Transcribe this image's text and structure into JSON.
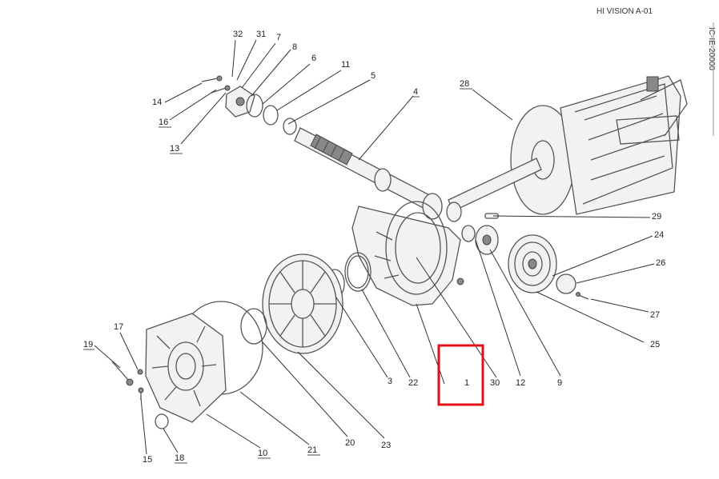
{
  "header": {
    "text": "HI VISION A-01"
  },
  "side_label": {
    "text": "IC-IE-20000"
  },
  "highlight": {
    "target": "1",
    "color": "#e0101a"
  },
  "callouts": [
    {
      "id": "c-32",
      "label": "32"
    },
    {
      "id": "c-31",
      "label": "31"
    },
    {
      "id": "c-7",
      "label": "7"
    },
    {
      "id": "c-8",
      "label": "8"
    },
    {
      "id": "c-6",
      "label": "6"
    },
    {
      "id": "c-11",
      "label": "11"
    },
    {
      "id": "c-5",
      "label": "5"
    },
    {
      "id": "c-4",
      "label": "4"
    },
    {
      "id": "c-28",
      "label": "28"
    },
    {
      "id": "c-14",
      "label": "14"
    },
    {
      "id": "c-16",
      "label": "16"
    },
    {
      "id": "c-13",
      "label": "13"
    },
    {
      "id": "c-29",
      "label": "29"
    },
    {
      "id": "c-24",
      "label": "24"
    },
    {
      "id": "c-26",
      "label": "26"
    },
    {
      "id": "c-27",
      "label": "27"
    },
    {
      "id": "c-25",
      "label": "25"
    },
    {
      "id": "c-9",
      "label": "9"
    },
    {
      "id": "c-12",
      "label": "12"
    },
    {
      "id": "c-30",
      "label": "30"
    },
    {
      "id": "c-1",
      "label": "1"
    },
    {
      "id": "c-22",
      "label": "22"
    },
    {
      "id": "c-3",
      "label": "3"
    },
    {
      "id": "c-23",
      "label": "23"
    },
    {
      "id": "c-20",
      "label": "20"
    },
    {
      "id": "c-21",
      "label": "21"
    },
    {
      "id": "c-10",
      "label": "10"
    },
    {
      "id": "c-18",
      "label": "18"
    },
    {
      "id": "c-15",
      "label": "15"
    },
    {
      "id": "c-17",
      "label": "17"
    },
    {
      "id": "c-19",
      "label": "19"
    }
  ]
}
